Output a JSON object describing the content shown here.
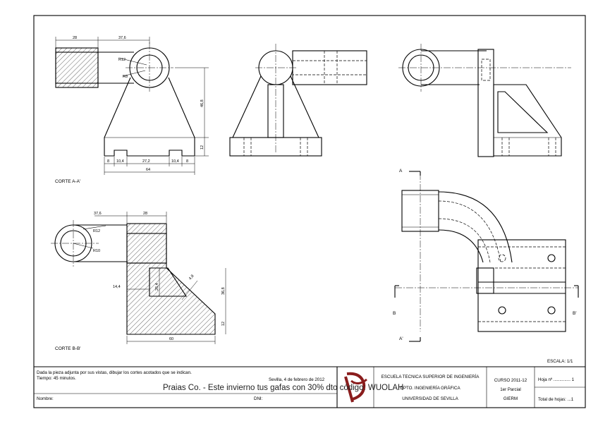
{
  "views": {
    "section_aa_label": "CORTE A-A'",
    "section_bb_label": "CORTE B-B'"
  },
  "dims_aa": {
    "d28": "28",
    "d376": "37,6",
    "r12": "R12",
    "r8": "R8",
    "d468": "46,8",
    "d12": "12",
    "d8a": "8",
    "d104a": "10,4",
    "d272": "27,2",
    "d104b": "10,4",
    "d8b": "8",
    "d64": "64"
  },
  "dims_bb": {
    "d376": "37,6",
    "d28": "28",
    "r12": "R12",
    "r10": "R10",
    "d144": "14,4",
    "d264": "26,4",
    "d48": "4,8",
    "d368": "36,8",
    "d12": "12",
    "d60": "60"
  },
  "cut_markers": {
    "a": "A",
    "a_prime": "A'",
    "b": "B",
    "b_prime": "B'"
  },
  "scale": "ESCALA: 1/1",
  "title_block": {
    "instructions_line1": "Dada la pieza adjunta por sus vistas, dibujar los cortes acotados que se indican.",
    "instructions_line2": "Tiempo: 45 minutos.",
    "date": "Sevilla, 4 de febrero de 2012",
    "name_label": "Nombre:",
    "dni_label": "DNI:",
    "school_line1": "ESCUELA TECNICA SUPERIOR DE INGENIERÍA",
    "school_line2": "DPTO. INGENIERÍA GRÁFICA",
    "school_line3": "UNIVERSIDAD DE SEVILLA",
    "course_line1": "CURSO 2011-12",
    "course_line2": "1er Parcial",
    "course_line3": "GIERM",
    "sheet_no": "Hoja nº .............. 1",
    "total_sheets": "Total de hojas: ...1"
  },
  "overlay_text": "Praias Co. - Este invierno tus gafas con 30% dto código: WUOLAH"
}
